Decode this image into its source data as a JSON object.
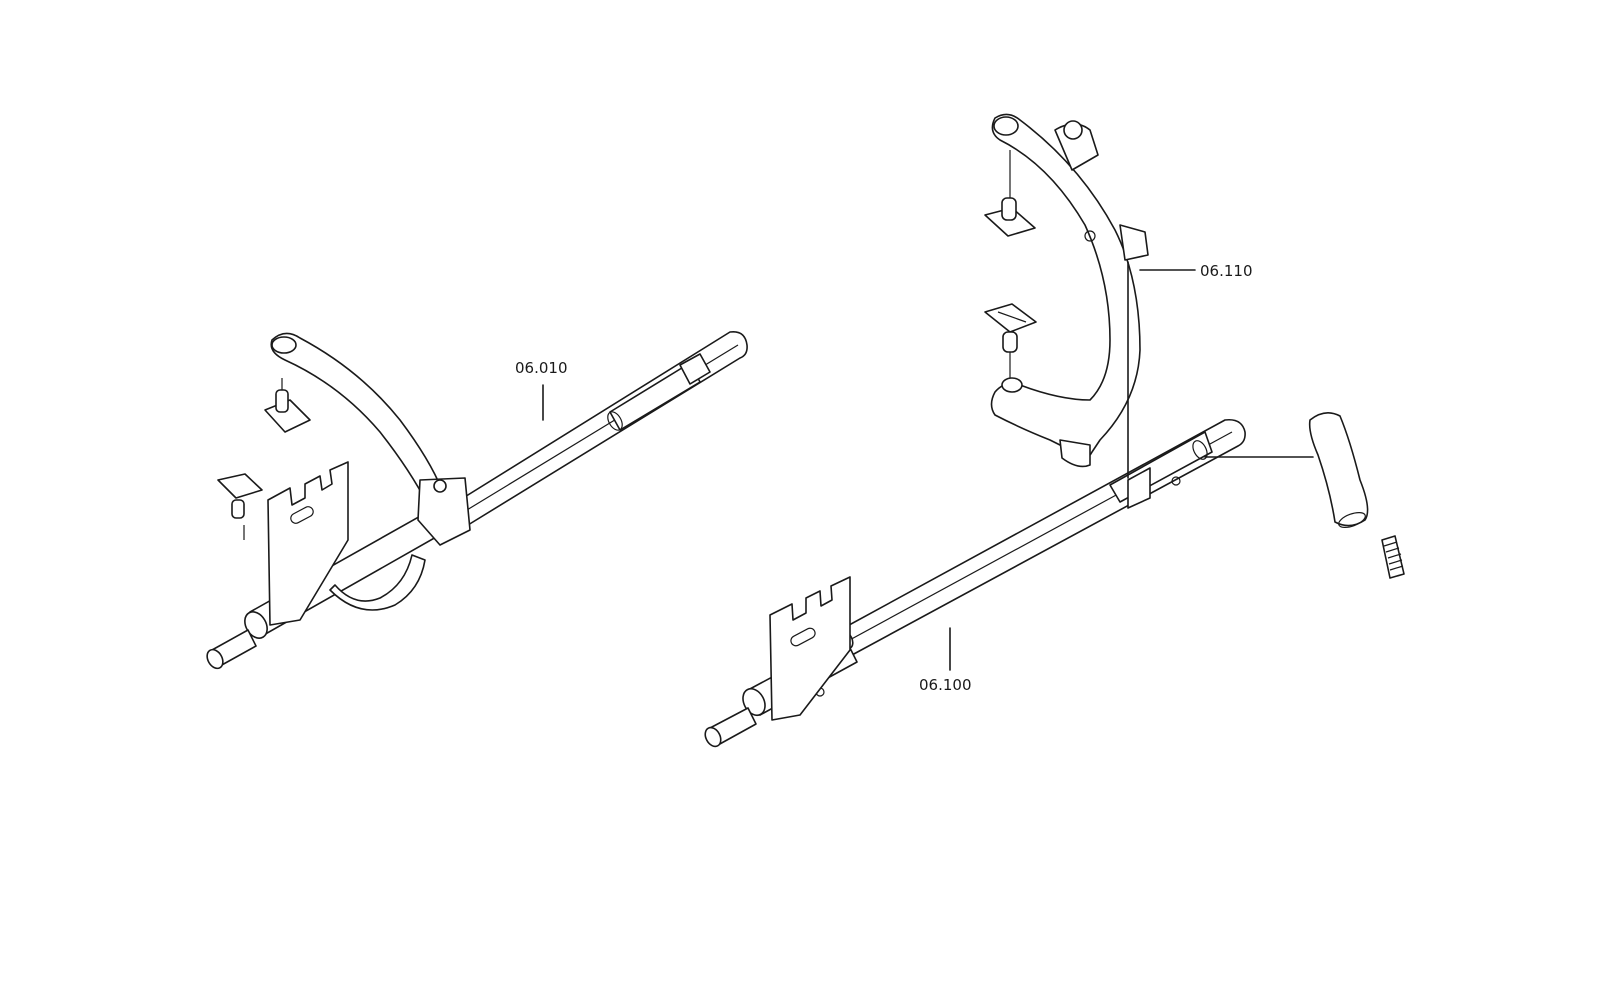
{
  "callouts": {
    "label_06010": "06.010",
    "label_06110": "06.110",
    "label_06100": "06.100"
  },
  "colors": {
    "line": "#1a1a1a",
    "background": "#ffffff"
  }
}
